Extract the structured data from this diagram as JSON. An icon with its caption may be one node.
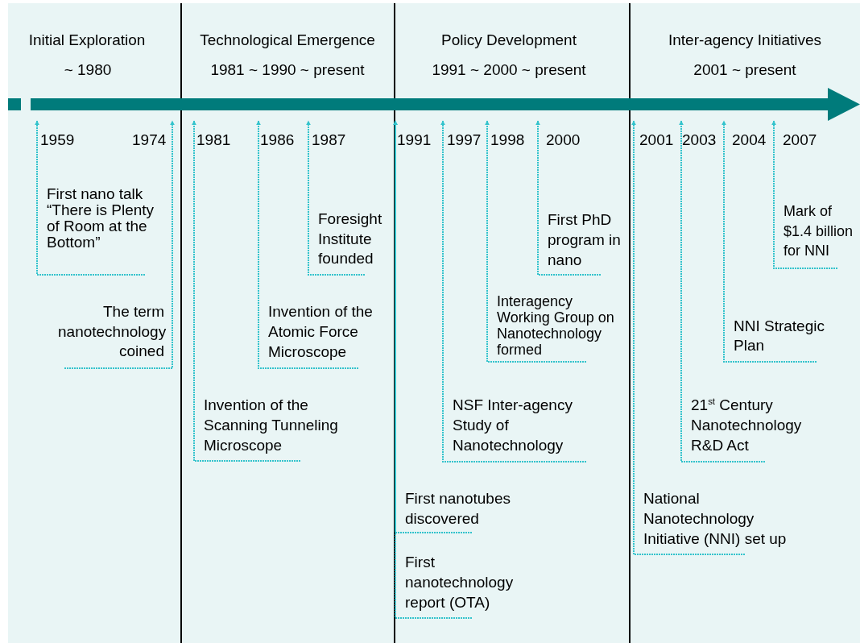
{
  "diagram": {
    "nodes": [
      {
        "text": [],
        "shape": "bar"
      },
      {
        "text": [
          "First nano talk “There is Plenty of Room at the Bottom”"
        ]
      },
      {
        "text": [
          "The term nanotechnology coined"
        ]
      },
      {
        "text": [
          "Invention of the Scanning Tunneling Microscope"
        ]
      },
      {
        "text": [
          "Invention of the Atomic Force Microscope"
        ]
      },
      {
        "text": [
          "Foresight Institute founded"
        ]
      },
      {
        "text": [
          "First nanotubes discovered"
        ]
      },
      {
        "text": [
          "First nanotechnology report (OTA)"
        ]
      },
      {
        "text": [
          "NSF Inter-agency Study of Nanotechnology"
        ]
      },
      {
        "text": [
          "Interagency Working Group on Nanotechnology formed"
        ]
      },
      {
        "text": [
          "First PhD program in nano"
        ]
      },
      {
        "text": [
          "National Nanotechnology Initiative (NNI) set up"
        ]
      },
      {
        "text": [
          "21$^{st}$ Century Nanotechnology R&D Act"
        ]
      },
      {
        "text": [
          "NNI Strategic Plan"
        ]
      },
      {
        "text": [
          "Mark of $1.4 billion for NNI"
        ]
      }
    ],
    "edges": [
      {
        "from": 1,
        "to": 0,
        "arrow": "to"
      },
      {
        "from": 2,
        "to": 0,
        "arrow": "to"
      },
      {
        "from": 3,
        "to": 0,
        "arrow": "to"
      },
      {
        "from": 4,
        "to": 0,
        "arrow": "to"
      },
      {
        "from": 5,
        "to": 0,
        "arrow": "to"
      },
      {
        "from": 6,
        "to": 0,
        "arrow": "to"
      },
      {
        "from": 7,
        "to": 0,
        "arrow": "to"
      },
      {
        "from": 8,
        "to": 0,
        "arrow": "to"
      },
      {
        "from": 9,
        "to": 0,
        "arrow": "to"
      },
      {
        "from": 10,
        "to": 0,
        "arrow": "to"
      },
      {
        "from": 11,
        "to": 0,
        "arrow": "to"
      },
      {
        "from": 12,
        "to": 0,
        "arrow": "to"
      },
      {
        "from": 13,
        "to": 0,
        "arrow": "to"
      },
      {
        "from": 14,
        "to": 0,
        "arrow": "to"
      }
    ],
    "labels": [
      "Initial Exploration",
      "Technological Emergence",
      "Policy Development",
      "Inter-agency Initiatives",
      "~ 1980",
      "1981 ~ 1990 ~ present",
      "1991 ~ 2000 ~ present",
      "2001 ~ present",
      "1959",
      "1974",
      "1981",
      "1986",
      "1987",
      "1991",
      "1997",
      "1998",
      "2000",
      "2001",
      "2003",
      "2004",
      "2007"
    ]
  }
}
